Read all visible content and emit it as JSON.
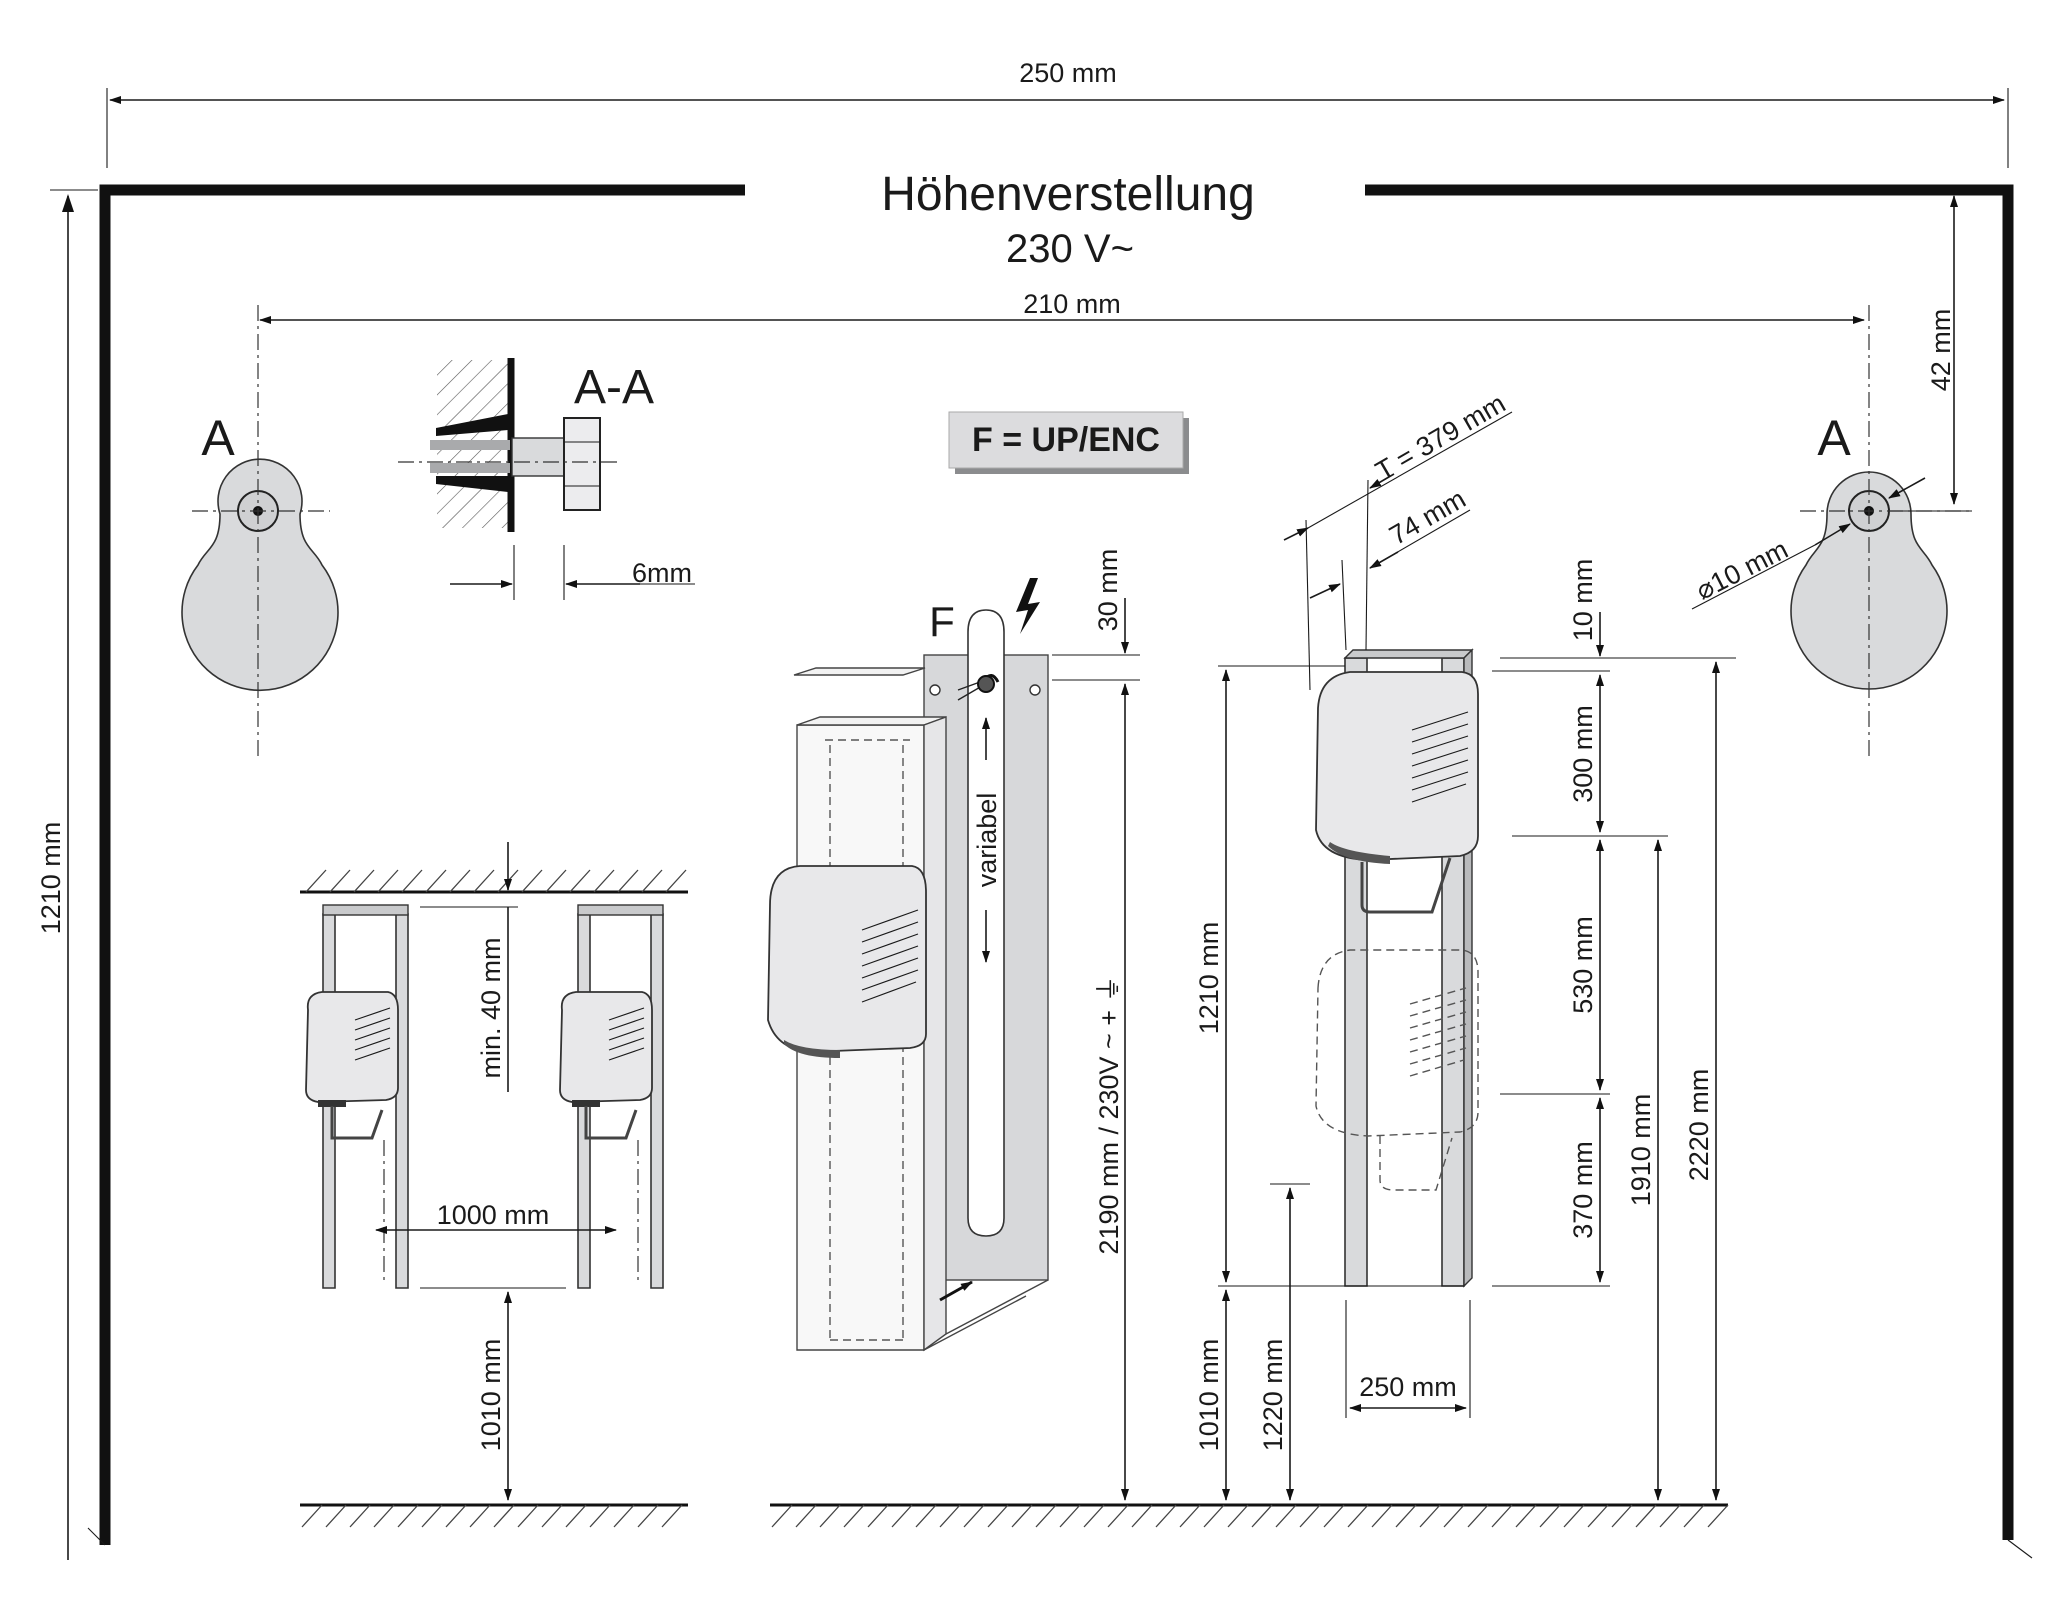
{
  "title": "Höhenverstellung",
  "voltage": "230 V~",
  "code_box": "F = UP/ENC",
  "section_label": "A-A",
  "detail_letter_left": "A",
  "detail_letter_right": "A",
  "conduit_letter": "F",
  "dimensions": {
    "top_width": "250 mm",
    "inner_width": "210 mm",
    "left_height": "1210 mm",
    "right_offset": "42 mm",
    "section_depth": "6mm",
    "slot_top": "30 mm",
    "variable": "variabel",
    "supply": "2190 mm / 230V ~ + ⏚",
    "depth_total": "T = 379 mm",
    "depth_body": "74 mm",
    "hole_dia": "⌀10 mm",
    "top_gap": "10 mm",
    "dryer_height": "300 mm",
    "travel": "530 mm",
    "lower_travel": "370 mm",
    "column_height": "1210 mm",
    "column_floor": "1010 mm",
    "floor_to_hand": "1220 mm",
    "overall_1910": "1910 mm",
    "overall_2220": "2220 mm",
    "column_width": "250 mm",
    "ceiling_gap": "min. 40 mm",
    "spacing": "1000 mm",
    "floor_gap": "1010 mm"
  }
}
